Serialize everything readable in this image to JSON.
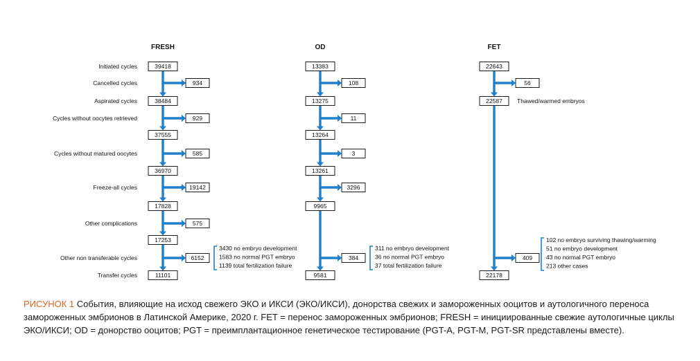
{
  "flows": [
    {
      "id": "fresh",
      "header": "FRESH",
      "main_boxes": [
        "39418",
        "38484",
        "37555",
        "36970",
        "17828",
        "17253",
        "11101"
      ],
      "side_boxes": [
        "934",
        "929",
        "585",
        "19142",
        "575",
        "6152"
      ]
    },
    {
      "id": "od",
      "header": "OD",
      "main_boxes": [
        "13383",
        "13275",
        "13264",
        "13261",
        "9965",
        "9581"
      ],
      "side_boxes": [
        "108",
        "11",
        "3",
        "3296",
        "384"
      ]
    },
    {
      "id": "fet",
      "header": "FET",
      "main_boxes": [
        "22643",
        "22587",
        "22178"
      ],
      "side_boxes": [
        "56",
        "409"
      ]
    }
  ],
  "row_labels": [
    "Initiated cycles",
    "Cancelled cycles",
    "Aspirated cycles",
    "Cycles without oocytes retrieved",
    "Cycles without matured oocytes",
    "Freeze-all cycles",
    "Other complications",
    "Other non transferable cycles",
    "Transfer cycles"
  ],
  "fet_side_label": "Thawed/warmed embryos",
  "notes": {
    "fresh": [
      "3430 no embryo development",
      "1583 no normal PGT embryo",
      "1139 total fertilization failure"
    ],
    "od": [
      "311 no embryo development",
      "36 no normal PGT embryo",
      "37 total fertilization failure"
    ],
    "fet": [
      "102 no embryo surviving thawing/warming",
      "51 no embryo development",
      "43 no normal PGT embryo",
      "213 other cases"
    ]
  },
  "caption": {
    "lead": "РИСУНОК 1",
    "text": " События, влияющие на исход свежего ЭКО и ИКСИ (ЭКО/ИКСИ), донорства свежих и замороженных ооцитов и аутологичного переноса замороженных эмбрионов в Латинской Америке, 2020 г. FET = перенос замороженных эмбрионов; FRESH = инициированные свежие аутологичные циклы ЭКО/ИКСИ; OD = донорство ооцитов; PGT = преимплантационное генетическое тестирование (PGT-A, PGT-M, PGT-SR представлены вместе)."
  },
  "colors": {
    "arrow": "#1f7fcc",
    "box_border": "#1a1a1a",
    "caption_lead": "#e0641c"
  }
}
